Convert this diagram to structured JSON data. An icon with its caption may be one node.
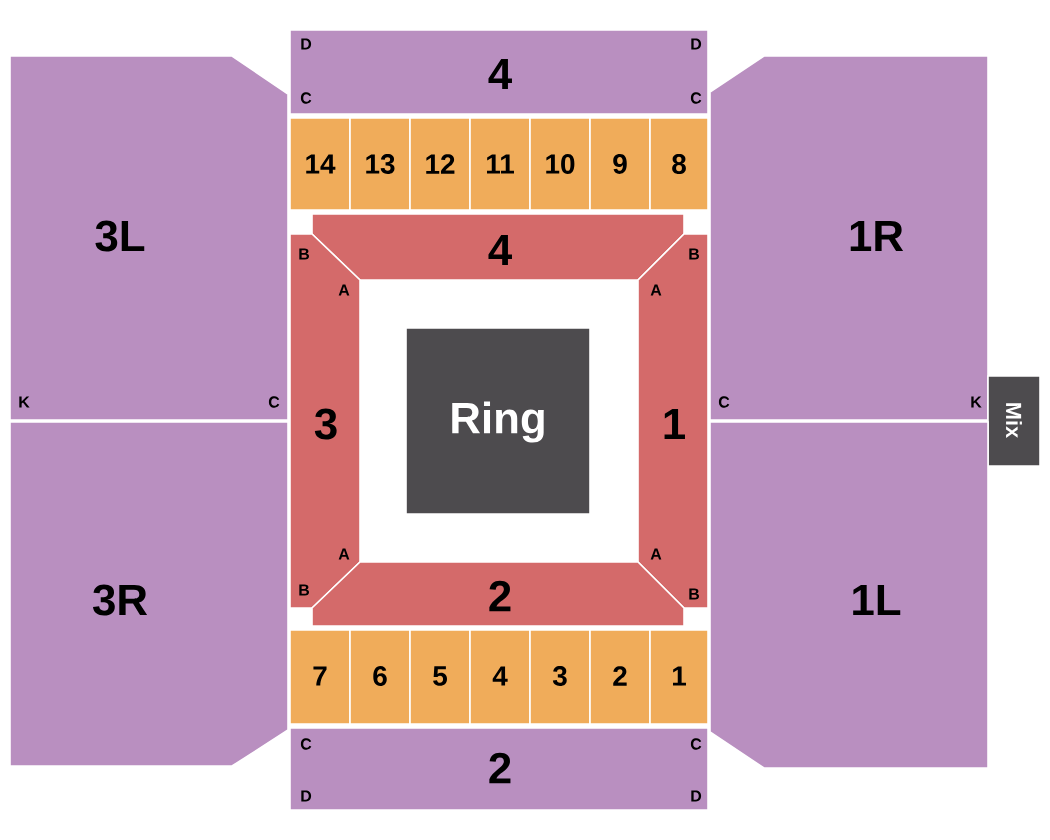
{
  "diagram": {
    "nodes": [
      {
        "text": [
          "4"
        ]
      },
      {
        "text": [
          "3L"
        ]
      },
      {
        "text": [
          "1R"
        ]
      },
      {
        "text": [
          "14"
        ]
      },
      {
        "text": [
          "13"
        ]
      },
      {
        "text": [
          "12"
        ]
      },
      {
        "text": [
          "11"
        ]
      },
      {
        "text": [
          "10"
        ]
      },
      {
        "text": [
          "9"
        ]
      },
      {
        "text": [
          "8"
        ]
      },
      {
        "text": [
          "4"
        ]
      },
      {
        "text": [
          "3"
        ]
      },
      {
        "text": [
          "Ring"
        ]
      },
      {
        "text": [
          "1"
        ]
      },
      {
        "text": [
          "Mix"
        ]
      },
      {
        "text": [
          "3R"
        ]
      },
      {
        "text": [
          "1L"
        ]
      },
      {
        "text": [
          "2"
        ]
      },
      {
        "text": [
          "7"
        ]
      },
      {
        "text": [
          "6"
        ]
      },
      {
        "text": [
          "5"
        ]
      },
      {
        "text": [
          "4"
        ]
      },
      {
        "text": [
          "3"
        ]
      },
      {
        "text": [
          "2"
        ]
      },
      {
        "text": [
          "1"
        ]
      },
      {
        "text": [
          "2"
        ]
      }
    ],
    "labels": [
      "D",
      "D",
      "C",
      "C",
      "B",
      "B",
      "A",
      "A",
      "K",
      "C",
      "C",
      "K",
      "A",
      "A",
      "B",
      "B",
      "C",
      "C",
      "D",
      "D"
    ]
  }
}
